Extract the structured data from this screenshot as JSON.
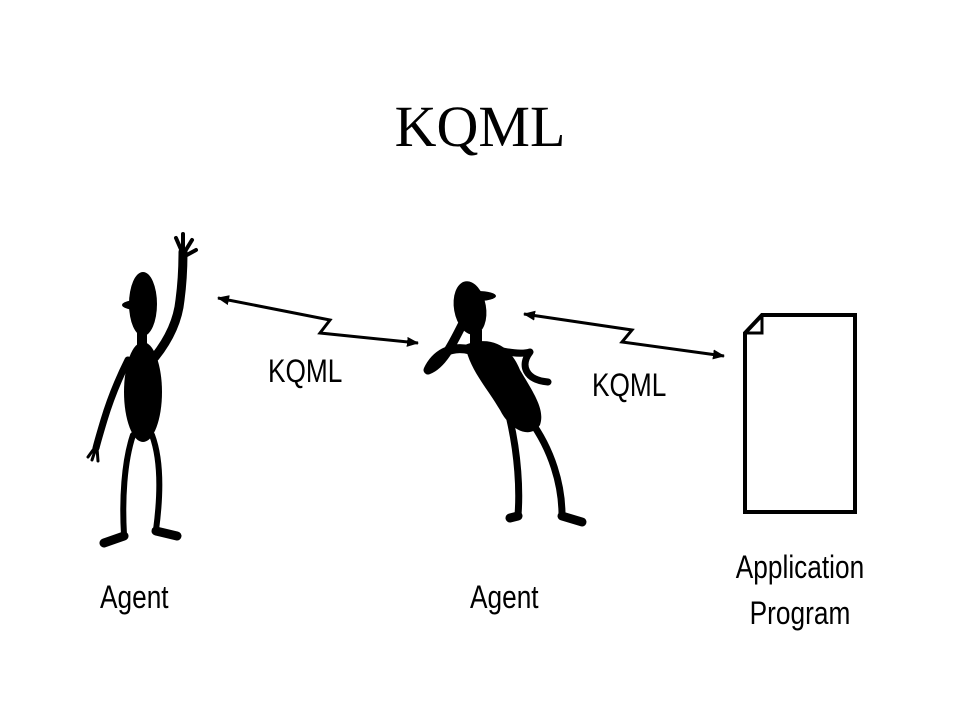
{
  "title": "KQML",
  "diagram": {
    "links": [
      {
        "label": "KQML"
      },
      {
        "label": "KQML"
      }
    ],
    "nodes": [
      {
        "label": "Agent"
      },
      {
        "label": "Agent"
      },
      {
        "label_line1": "Application",
        "label_line2": "Program"
      }
    ]
  },
  "colors": {
    "ink": "#000000",
    "background": "#ffffff"
  },
  "icons": [
    "waving-agent-icon",
    "listening-agent-icon",
    "document-icon",
    "zigzag-arrow-icon"
  ]
}
